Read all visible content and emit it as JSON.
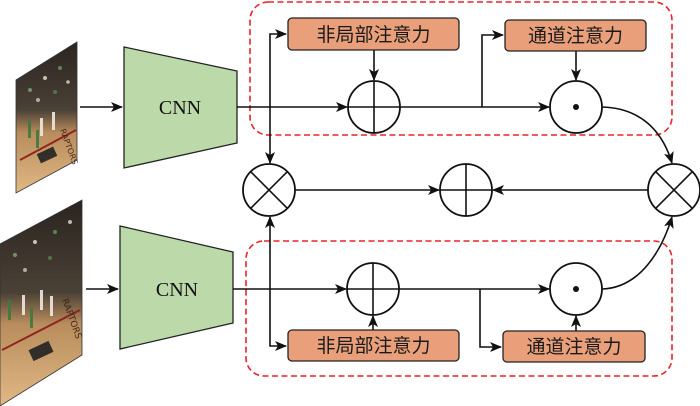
{
  "diagram": {
    "title": "",
    "streams": [
      {
        "id": "top",
        "input": "basketball-video-frame",
        "encoder_label": "CNN",
        "non_local_attention_label": "非局部注意力",
        "channel_attention_label": "通道注意力"
      },
      {
        "id": "bottom",
        "input": "basketball-video-frame",
        "encoder_label": "CNN",
        "non_local_attention_label": "非局部注意力",
        "channel_attention_label": "通道注意力"
      }
    ],
    "operators": {
      "add": "⊕",
      "elementwise_multiply": "⊙",
      "cross_multiply": "⊗"
    },
    "colors": {
      "cnn_fill": "#bcd9aa",
      "attention_fill": "#e9a07a",
      "group_border": "#e8232a",
      "line": "#111111"
    }
  }
}
